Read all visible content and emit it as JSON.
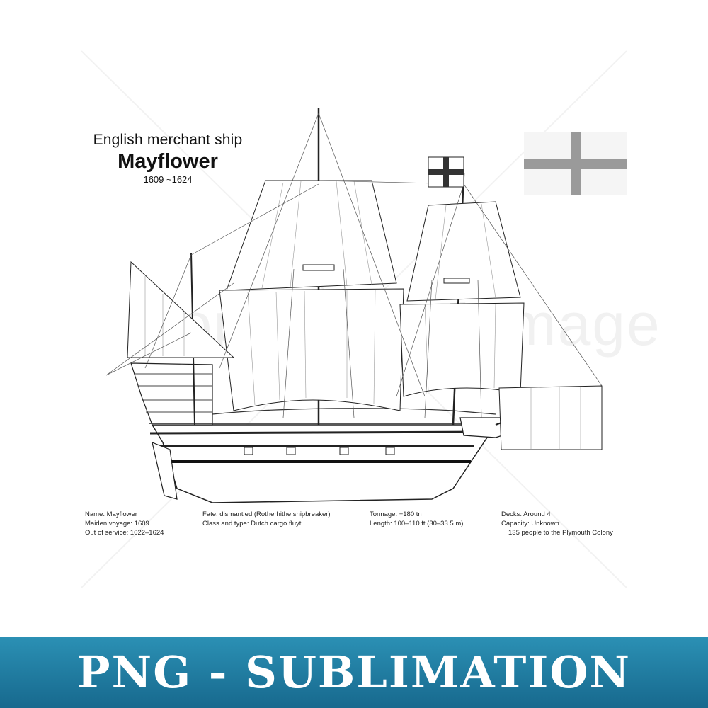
{
  "title": {
    "line1": "English merchant ship",
    "line2": "Mayflower",
    "line3": "1609 ~1624"
  },
  "specs": {
    "col1": [
      "Name: Mayflower",
      "Maiden voyage: 1609",
      "Out of service: 1622–1624"
    ],
    "col2": [
      "Fate: dismantled (Rotherhithe shipbreaker)",
      "Class and type: Dutch cargo fluyt"
    ],
    "col3": [
      "Tonnage: +180 tn",
      "Length: 100–110 ft (30–33.5 m)"
    ],
    "col4": [
      "Decks: Around 4",
      "Capacity: Unknown",
      "135 people to the Plymouth Colony"
    ]
  },
  "banner": {
    "text": "PNG - SUBLIMATION",
    "color_top": "#2b90b4",
    "color_bottom": "#17698e"
  },
  "watermark": {
    "text": "Copyrighted Image"
  },
  "flag": {
    "field": "#f5f5f5",
    "cross": "#9a9a9a"
  }
}
